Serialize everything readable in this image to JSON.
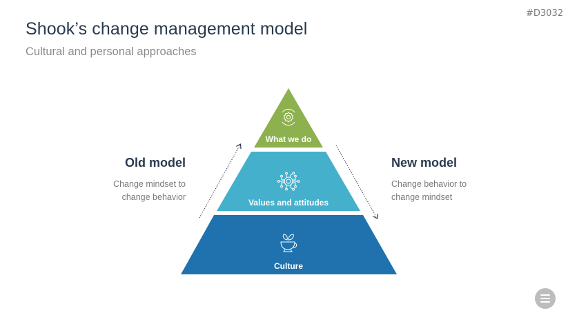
{
  "slide": {
    "title": "Shook’s change management model",
    "subtitle": "Cultural and personal approaches",
    "code": "#D3032"
  },
  "old_model": {
    "title": "Old model",
    "text_line1": "Change mindset to",
    "text_line2": "change behavior"
  },
  "new_model": {
    "title": "New model",
    "text_line1": "Change behavior to",
    "text_line2": "change mindset"
  },
  "pyramid": {
    "layers": [
      {
        "label": "What we do",
        "icon": "gear-icon",
        "color": "#8db14e"
      },
      {
        "label": "Values and attitudes",
        "icon": "circuit-icon",
        "color": "#45b0cb"
      },
      {
        "label": "Culture",
        "icon": "tea-cup-icon",
        "color": "#1f72ad"
      }
    ]
  },
  "colors": {
    "title": "#2a3a4f",
    "muted_text": "#7a7a7a",
    "arrow": "#2a3a4f"
  },
  "menu": {
    "icon": "menu-icon"
  }
}
